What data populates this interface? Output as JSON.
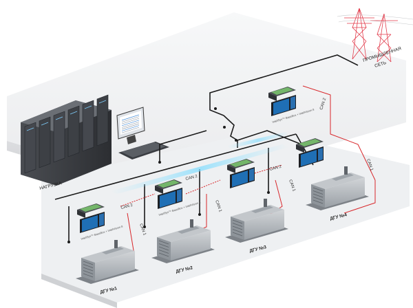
{
  "labels": {
    "load": "НАГРУЗКА",
    "grid_line1": "ПРОМЫШЛЕННАЯ",
    "grid_line2": "СЕТЬ",
    "controller_caption": "InteliSys™ BaseBox + InteliVision 8",
    "can1": "CAN 1",
    "can2": "CAN 2"
  },
  "gensets": [
    {
      "label": "ДГУ №1"
    },
    {
      "label": "ДГУ №2"
    },
    {
      "label": "ДГУ №3"
    },
    {
      "label": "ДГУ №4"
    }
  ],
  "colors": {
    "platform": "#f3f4f6",
    "platform_side": "#d9dadc",
    "cable_black": "#1a1a1a",
    "cable_red": "#d8262a",
    "tower": "#e23a4a",
    "screen_blue": "#1f6fb5",
    "basebox_green": "#7bc96f"
  }
}
